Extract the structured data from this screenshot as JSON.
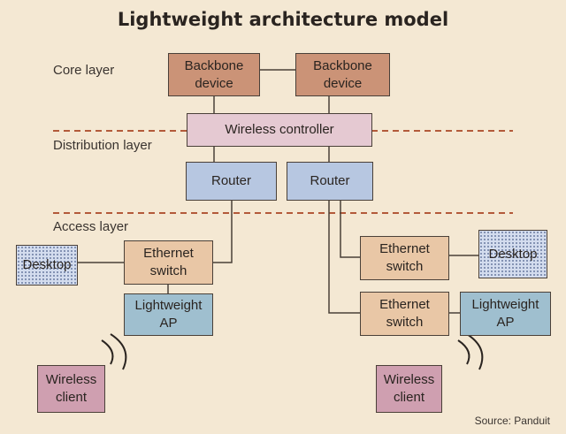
{
  "title": "Lightweight architecture model",
  "layers": {
    "core": "Core layer",
    "distribution": "Distribution layer",
    "access": "Access layer"
  },
  "nodes": {
    "backbone_left": "Backbone\ndevice",
    "backbone_right": "Backbone\ndevice",
    "wireless_controller": "Wireless controller",
    "router_left": "Router",
    "router_right": "Router",
    "switch_left": "Ethernet\nswitch",
    "switch_right_top": "Ethernet\nswitch",
    "switch_right_bottom": "Ethernet\nswitch",
    "desktop_left": "Desktop",
    "desktop_right": "Desktop",
    "ap_left": "Lightweight\nAP",
    "ap_right": "Lightweight\nAP",
    "client_left": "Wireless\nclient",
    "client_right": "Wireless\nclient"
  },
  "source": "Source: Panduit",
  "colors": {
    "background": "#f4e8d3",
    "backbone": "#cb9377",
    "controller": "#e5c9d2",
    "router": "#b7c7e1",
    "access_point": "#9fbfcf",
    "switch": "#e9c7a6",
    "client": "#cf9fb0",
    "desktop": "#d3dcee",
    "dashed_divider": "#b35a3a"
  }
}
